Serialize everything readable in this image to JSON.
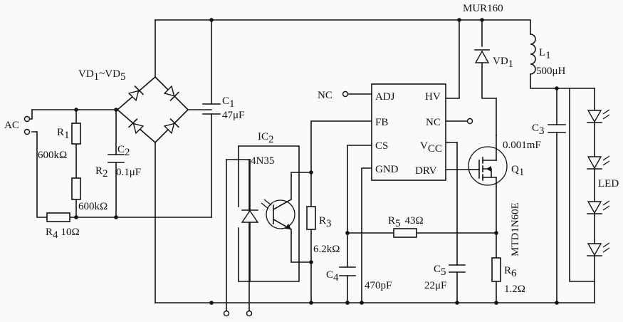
{
  "labels": {
    "mur": "MUR160",
    "ac": "AC",
    "vd15_main": "VD",
    "vd15_sub1": "1",
    "vd15_tilde": "~VD",
    "vd15_sub2": "5",
    "c1": "C",
    "c1_sub": "1",
    "c1_val": "47μF",
    "r1": "R",
    "r1_sub": "1",
    "r1_val": "600kΩ",
    "c2": "C",
    "c2_sub": "2",
    "c2_val": "0.1μF",
    "r2": "R",
    "r2_sub": "2",
    "r2_val": "600kΩ",
    "r4": "R",
    "r4_sub": "4",
    "r4_val": "10Ω",
    "ic2": "IC",
    "ic2_sub": "2",
    "ic2_part": "4N35",
    "r3": "R",
    "r3_sub": "3",
    "r3_val": "6.2kΩ",
    "nc_left": "NC",
    "pin_adj": "ADJ",
    "pin_fb": "FB",
    "pin_cs": "CS",
    "pin_gnd": "GND",
    "pin_hv": "HV",
    "pin_nc": "NC",
    "pin_vcc": "V",
    "pin_vcc_sub": "CC",
    "pin_drv": "DRV",
    "vd1": "VD",
    "vd1_sub": "1",
    "l1": "L",
    "l1_sub": "1",
    "l1_val": "500μH",
    "c3": "C",
    "c3_sub": "3",
    "c3_val": "0.001mF",
    "q1": "Q",
    "q1_sub": "1",
    "q1_part": "MTD1N60E",
    "led": "LED",
    "r5": "R",
    "r5_sub": "5",
    "r5_val": "43Ω",
    "c4": "C",
    "c4_sub": "4",
    "c4_val": "470pF",
    "c5": "C",
    "c5_sub": "5",
    "c5_val": "22μF",
    "r6": "R",
    "r6_sub": "6",
    "r6_val": "1.2Ω"
  }
}
